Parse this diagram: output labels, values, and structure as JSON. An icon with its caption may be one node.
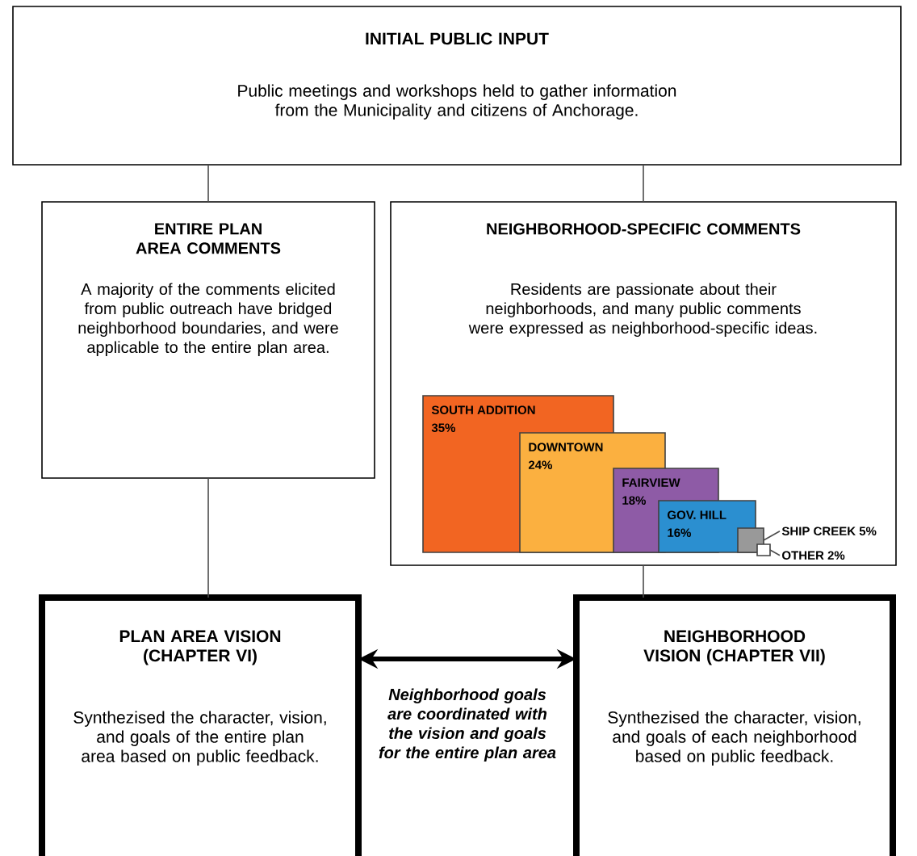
{
  "diagram": {
    "nodes": [
      {
        "text": [
          "INITIAL PUBLIC INPUT",
          "Public meetings and workshops held to gather information from the Municipality and citizens of Anchorage."
        ]
      },
      {
        "text": [
          "ENTIRE PLAN AREA COMMENTS",
          "A majority of the comments elicited from public outreach have bridged neighborhood boundaries, and were applicable to the entire plan area."
        ]
      },
      {
        "text": [
          "NEIGHBORHOOD-SPECIFIC COMMENTS",
          "Residents are passionate about their neighborhoods, and many public comments were expressed as neighborhood-specific ideas."
        ]
      },
      {
        "text": [
          "SOUTH ADDITION",
          "35%"
        ],
        "in": 2
      },
      {
        "text": [
          "DOWNTOWN",
          "24%"
        ],
        "in": 2
      },
      {
        "text": [
          "FAIRVIEW",
          "18%"
        ],
        "in": 2
      },
      {
        "text": [
          "GOV. HILL",
          "16%"
        ],
        "in": 2
      },
      {
        "text": [],
        "shape": "box",
        "in": 2
      },
      {
        "text": [
          "SHIP CREEK 5%"
        ],
        "in": 2
      },
      {
        "text": [],
        "shape": "box",
        "in": 2
      },
      {
        "text": [
          "OTHER 2%"
        ],
        "in": 2
      },
      {
        "text": [
          "PLAN AREA VISION (CHAPTER VI)",
          "Synthezised the character, vision, and goals of the entire plan area based on public feedback."
        ]
      },
      {
        "text": [
          "NEIGHBORHOOD VISION (CHAPTER VII)",
          "Synthezised the character, vision, and goals of each neighborhood based on public feedback."
        ]
      }
    ],
    "edges": [
      {
        "from": 0,
        "to": 1,
        "arrow": "none"
      },
      {
        "from": 0,
        "to": 2,
        "arrow": "none"
      },
      {
        "from": 1,
        "to": 11,
        "arrow": "none"
      },
      {
        "from": 2,
        "to": 12,
        "arrow": "none"
      },
      {
        "from": 11,
        "to": 12,
        "arrow": "both",
        "style": "thick",
        "label": "Neighborhood goals are coordinated with the vision and goals for the entire plan area"
      },
      {
        "from": 8,
        "to": 7,
        "arrow": "none"
      },
      {
        "from": 10,
        "to": 9,
        "arrow": "none"
      }
    ]
  }
}
